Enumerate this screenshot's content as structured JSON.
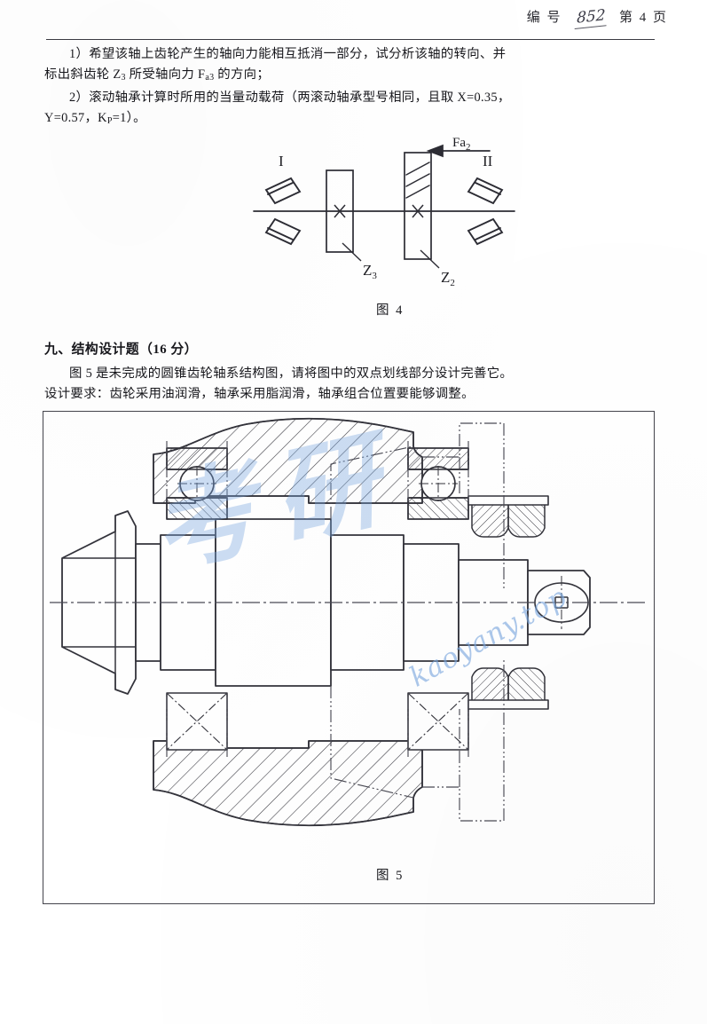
{
  "header": {
    "label_number": "编 号",
    "number_value": "852",
    "page_label": "第 4 页"
  },
  "questions": {
    "item1_prefix": "1）",
    "item1_line1": "希望该轴上齿轮产生的轴向力能相互抵消一部分，试分析该轴的转向、并",
    "item1_line2_a": "标出斜齿轮 Z",
    "item1_line2_sub1": "3",
    "item1_line2_b": " 所受轴向力 F",
    "item1_line2_sub2": "a3",
    "item1_line2_c": " 的方向；",
    "item2_prefix": "2）",
    "item2_line1": "滚动轴承计算时所用的当量动载荷（两滚动轴承型号相同，且取 X=0.35，",
    "item2_line2_a": "Y=0.57，K",
    "item2_line2_sub": "P",
    "item2_line2_b": "=1）。"
  },
  "section9": {
    "title": "九、结构设计题（16 分）",
    "line1": "图 5 是未完成的圆锥齿轮轴系结构图，请将图中的双点划线部分设计完善它。",
    "line2": "设计要求：齿轮采用油润滑，轴承采用脂润滑，轴承组合位置要能够调整。"
  },
  "figure4": {
    "caption": "图 4",
    "label_left_support": "I",
    "label_right_support": "II",
    "label_gear3": "Z",
    "label_gear3_sub": "3",
    "label_gear2": "Z",
    "label_gear2_sub": "2",
    "force_label": "Fa",
    "force_label_sub": "2",
    "force_direction": "left",
    "center_marks": [
      "×",
      "×"
    ]
  },
  "figure5": {
    "caption": "图 5",
    "description": "未完成的圆锥齿轮轴系结构图",
    "undefined_regions_marker": "double-dot-dash"
  },
  "watermarks": {
    "chinese": "考研",
    "url": "kaoyany.top",
    "color": "#7aa8e0"
  },
  "colors": {
    "ink": "#17171c",
    "line": "#33333b",
    "watermark": "#7aa8e0",
    "paper": "#ffffff"
  }
}
